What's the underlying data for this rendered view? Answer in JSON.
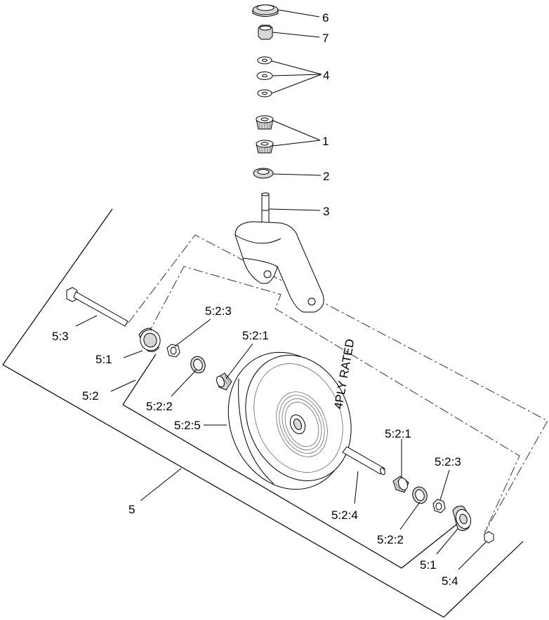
{
  "callouts": {
    "c6": "6",
    "c7": "7",
    "c4": "4",
    "c1": "1",
    "c2": "2",
    "c3": "3",
    "c5_3": "5:3",
    "c5_2_3_top": "5:2:3",
    "c5_2_1_top": "5:2:1",
    "c5_1_left": "5:1",
    "c5_2": "5:2",
    "c5_2_2_left": "5:2:2",
    "c5_2_5": "5:2:5",
    "c5": "5",
    "c5_2_1_right": "5:2:1",
    "c5_2_3_right": "5:2:3",
    "c5_2_4": "5:2:4",
    "c5_2_2_right": "5:2:2",
    "c5_1_right": "5:1",
    "c5_4": "5:4"
  },
  "tire_sidewall_text": "4PLY RATED"
}
